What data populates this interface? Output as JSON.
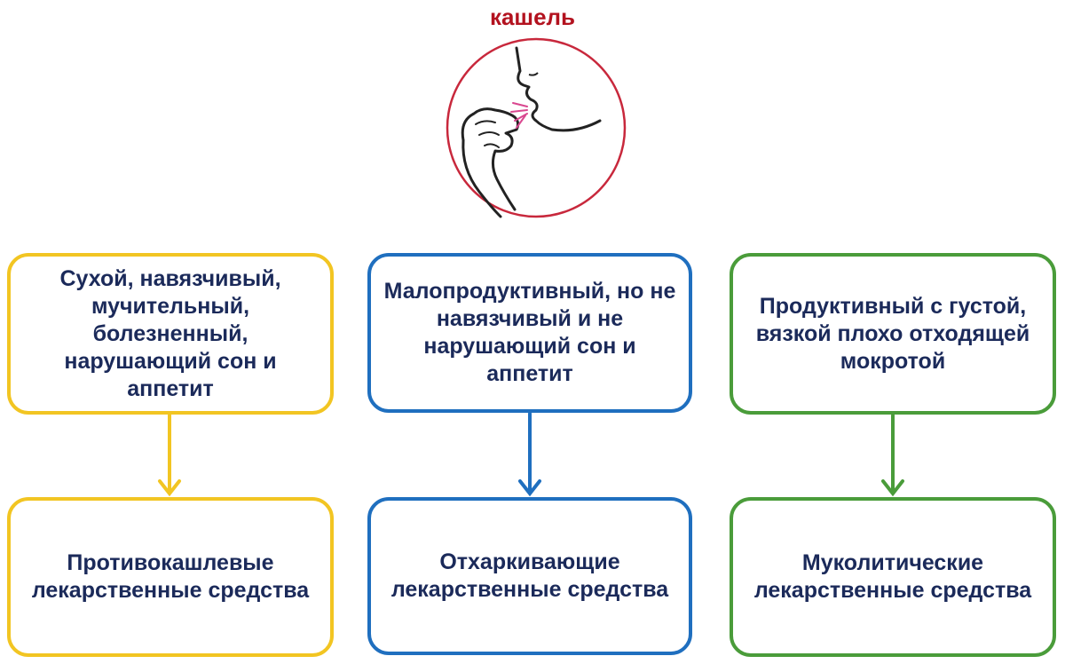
{
  "title": "кашель",
  "colors": {
    "title": "#b3121f",
    "text": "#1b2a5a",
    "yellow": "#f2c522",
    "blue": "#1f6fbf",
    "green": "#4a9c3a",
    "circle": "#c8283c"
  },
  "illustration": {
    "icon": "coughing-person-icon"
  },
  "columns": [
    {
      "symptom": "Сухой, навязчивый, мучительный, болезненный, нарушающий сон и аппетит",
      "drug": "Противокашлевые лекарственные средства"
    },
    {
      "symptom": "Малопродуктивный, но не навязчивый и не нарушающий сон и аппетит",
      "drug": "Отхаркивающие лекарственные средства"
    },
    {
      "symptom": "Продуктивный с густой, вязкой плохо отходящей мокротой",
      "drug": "Муколитические лекарственные средства"
    }
  ]
}
